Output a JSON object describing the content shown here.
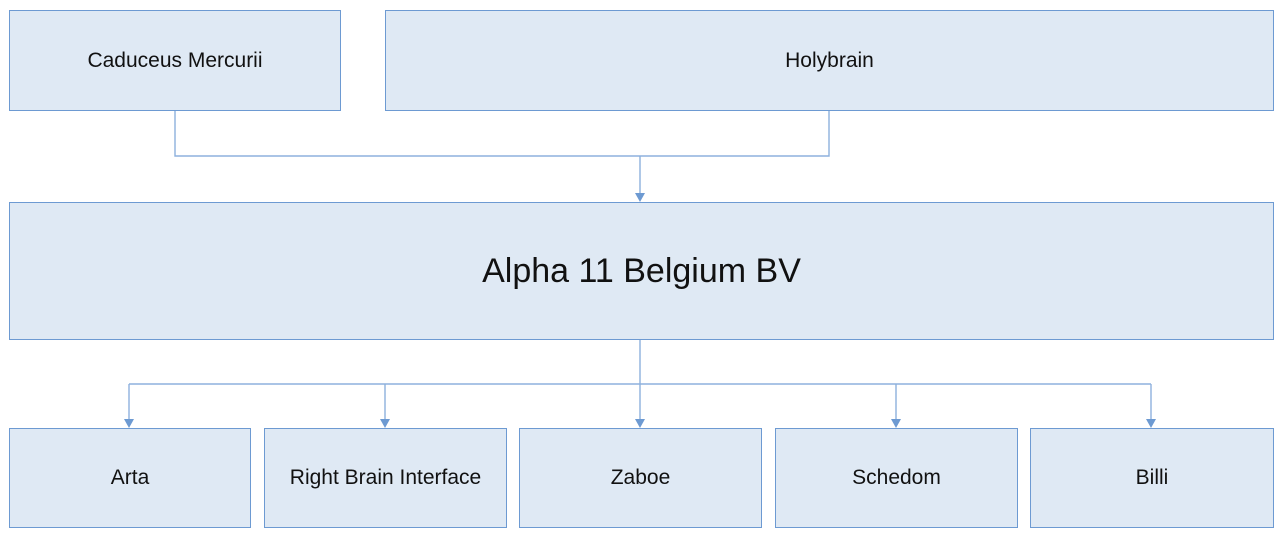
{
  "parents": [
    {
      "id": "caduceus",
      "label": "Caduceus Mercurii"
    },
    {
      "id": "holybrain",
      "label": "Holybrain"
    }
  ],
  "center": {
    "id": "alpha11",
    "label": "Alpha 11 Belgium BV"
  },
  "children": [
    {
      "id": "arta",
      "label": "Arta"
    },
    {
      "id": "rbi",
      "label": "Right Brain Interface"
    },
    {
      "id": "zaboe",
      "label": "Zaboe"
    },
    {
      "id": "schedom",
      "label": "Schedom"
    },
    {
      "id": "billi",
      "label": "Billi"
    }
  ],
  "colors": {
    "box_fill": "#dfe9f4",
    "box_border": "#6d9ad2",
    "connector": "#8db1dd",
    "arrow": "#6d9ad2",
    "text": "#111111"
  }
}
